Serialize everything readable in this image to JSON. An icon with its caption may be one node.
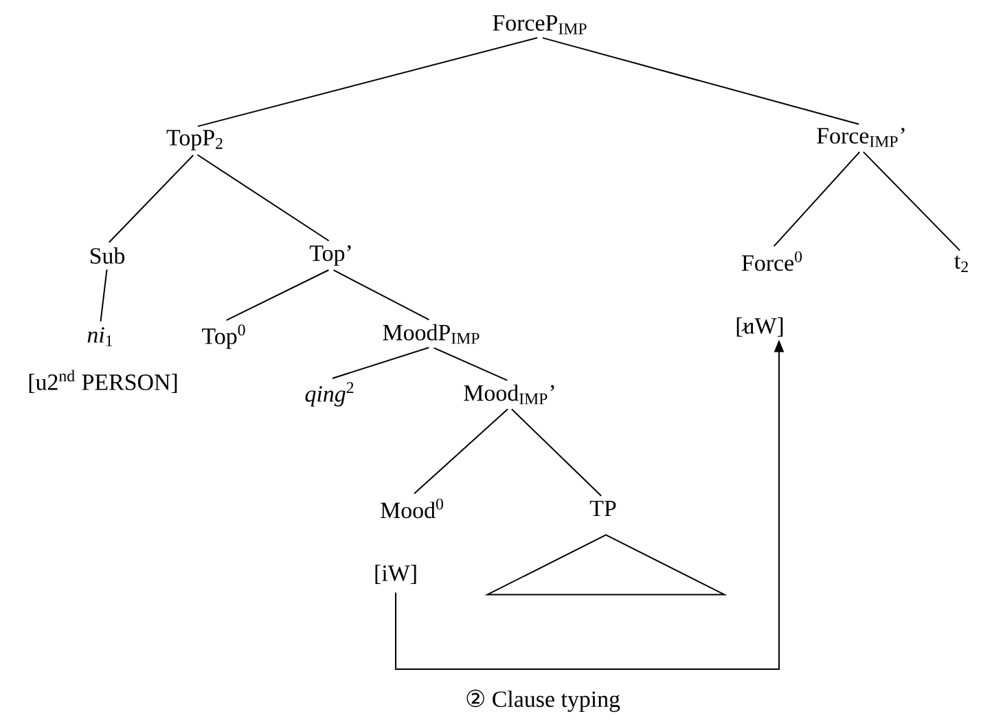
{
  "diagram": {
    "nodes": [
      {
        "text": [
          "ForceP$_{IMP}$"
        ]
      },
      {
        "text": [
          "TopP$_{2}$"
        ]
      },
      {
        "text": [
          "Force$_{IMP}$’"
        ]
      },
      {
        "text": [
          "Sub"
        ]
      },
      {
        "text": [
          "Top’"
        ]
      },
      {
        "text": [
          "Force$^{0}$"
        ]
      },
      {
        "text": [
          "t$_{2}$"
        ]
      },
      {
        "text": [
          "*ni*$_{1}$"
        ],
        "beside": [
          "[u2$^{nd}$ PERSON]"
        ]
      },
      {
        "text": [
          "Top$^{0}$"
        ]
      },
      {
        "text": [
          "MoodP$_{IMP}$"
        ]
      },
      {
        "text": [
          "[uW]"
        ]
      },
      {
        "text": [
          "*qing*$^{2}$"
        ]
      },
      {
        "text": [
          "Mood$_{IMP}$’"
        ]
      },
      {
        "text": [
          "Mood$^{0}$"
        ]
      },
      {
        "text": [
          "TP"
        ]
      },
      {
        "text": [
          "[iW]"
        ]
      },
      {
        "text": [],
        "shape": "triangle"
      }
    ],
    "edges": [
      {
        "from": 0,
        "to": 1,
        "arrow": "none"
      },
      {
        "from": 0,
        "to": 2,
        "arrow": "none"
      },
      {
        "from": 1,
        "to": 3,
        "arrow": "none"
      },
      {
        "from": 1,
        "to": 4,
        "arrow": "none"
      },
      {
        "from": 2,
        "to": 5,
        "arrow": "none"
      },
      {
        "from": 2,
        "to": 6,
        "arrow": "none"
      },
      {
        "from": 3,
        "to": 7,
        "arrow": "none"
      },
      {
        "from": 4,
        "to": 8,
        "arrow": "none"
      },
      {
        "from": 4,
        "to": 9,
        "arrow": "none"
      },
      {
        "from": 9,
        "to": 11,
        "arrow": "none"
      },
      {
        "from": 9,
        "to": 12,
        "arrow": "none"
      },
      {
        "from": 12,
        "to": 13,
        "arrow": "none"
      },
      {
        "from": 12,
        "to": 14,
        "arrow": "none"
      },
      {
        "from": 15,
        "to": 10,
        "arrow": "to",
        "label": "② Clause typing"
      }
    ]
  }
}
